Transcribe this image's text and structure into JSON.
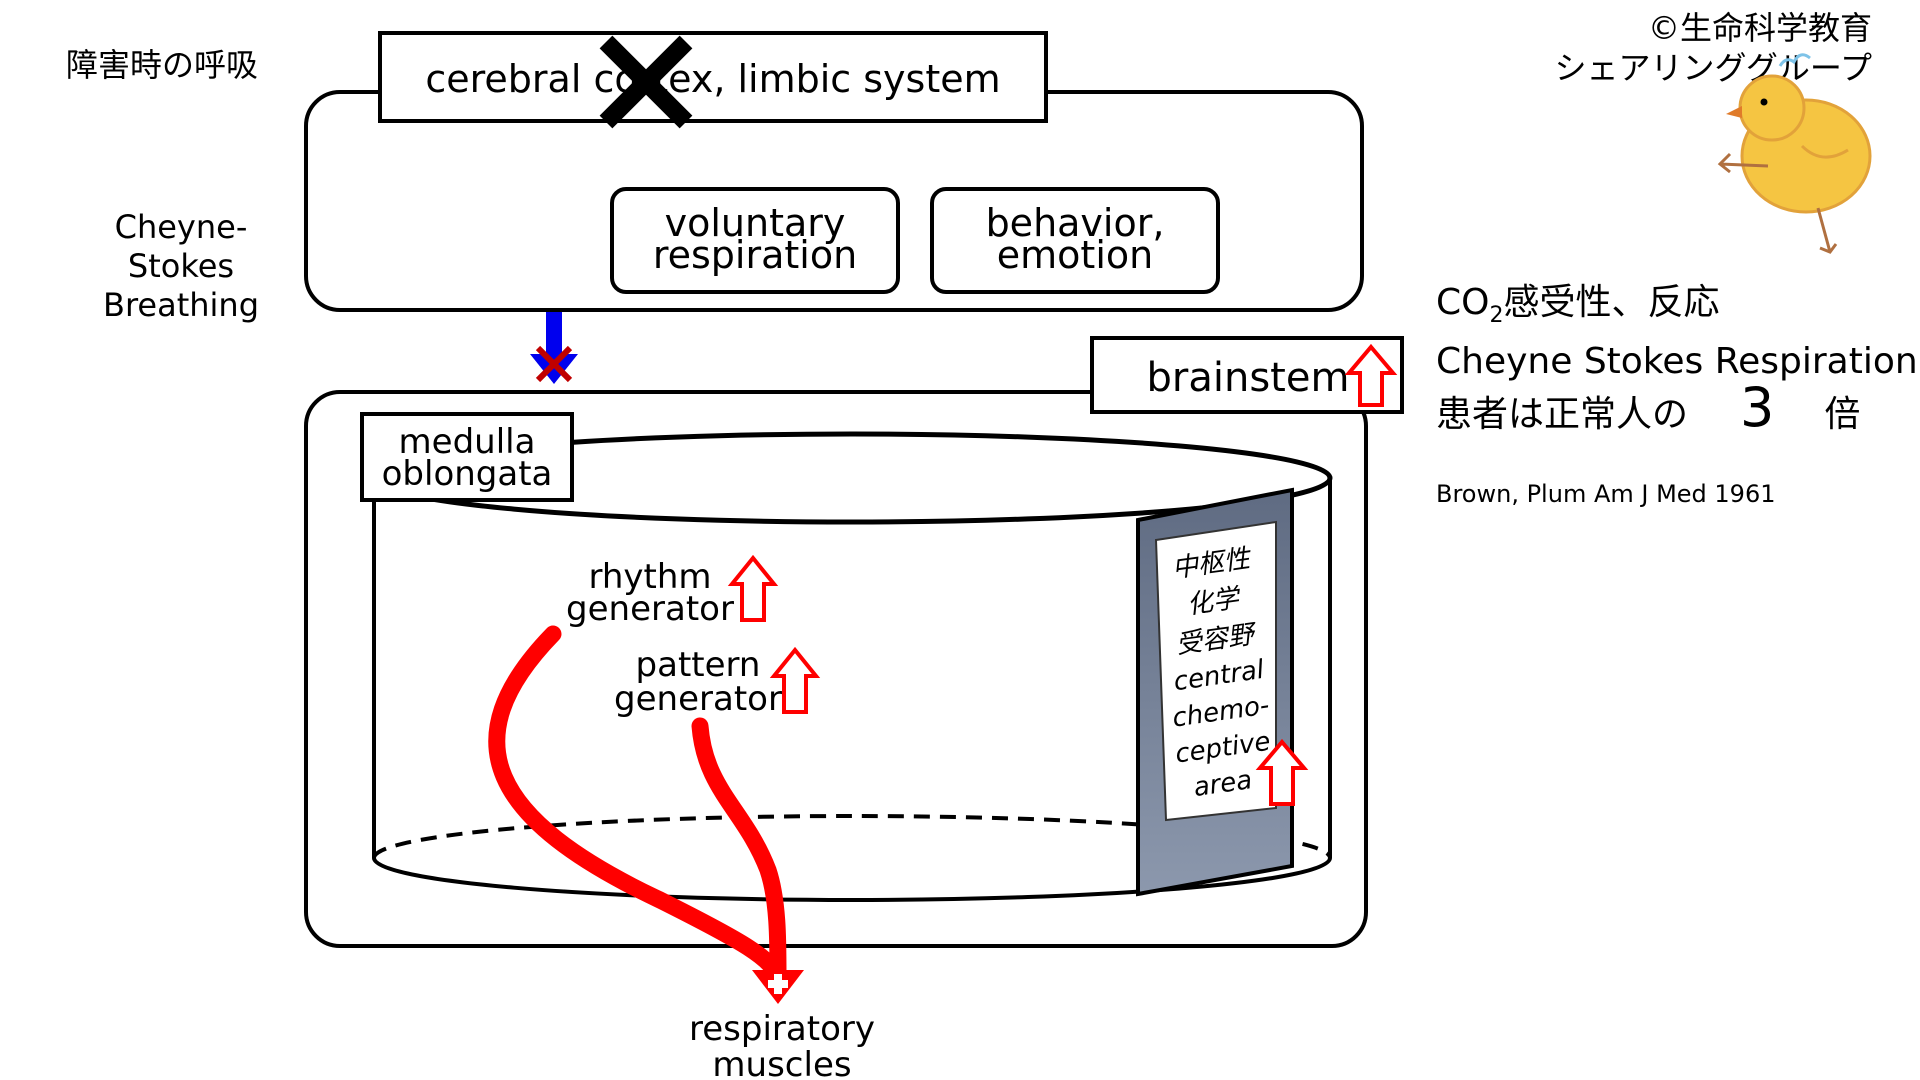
{
  "title": "障害時の呼吸",
  "side_label": "Cheyne-\nStokes\nBreathing",
  "copyright": [
    "©生命科学教育",
    "シェアリンググループ"
  ],
  "info": {
    "line1_prefix": "CO",
    "line1_sub": "2",
    "line1_suffix": "感受性、反応",
    "line2": "Cheyne Stokes Respiration",
    "line3_before": "患者は正常人の",
    "line3_value": "3",
    "line3_after": "倍"
  },
  "citation": "Brown, Plum Am J Med 1961",
  "diagram": {
    "cortex_box": "cerebral cortex, limbic system",
    "voluntary": [
      "voluntary",
      "respiration"
    ],
    "behavior": [
      "behavior,",
      "emotion"
    ],
    "brainstem": "brainstem",
    "medulla": [
      "medulla",
      "oblongata"
    ],
    "rhythm": [
      "rhythm",
      "generator"
    ],
    "pattern": [
      "pattern",
      "generator"
    ],
    "chemo": [
      "中枢性",
      "化学",
      "受容野",
      "central",
      "chemo-",
      "ceptive",
      "area"
    ],
    "muscles": [
      "respiratory",
      "muscles"
    ]
  },
  "colors": {
    "accent_red": "#ff0000",
    "arrow_blue": "#0000ee",
    "panel_gray": "#6e7b92",
    "mascot_yellow": "#f5c542"
  }
}
